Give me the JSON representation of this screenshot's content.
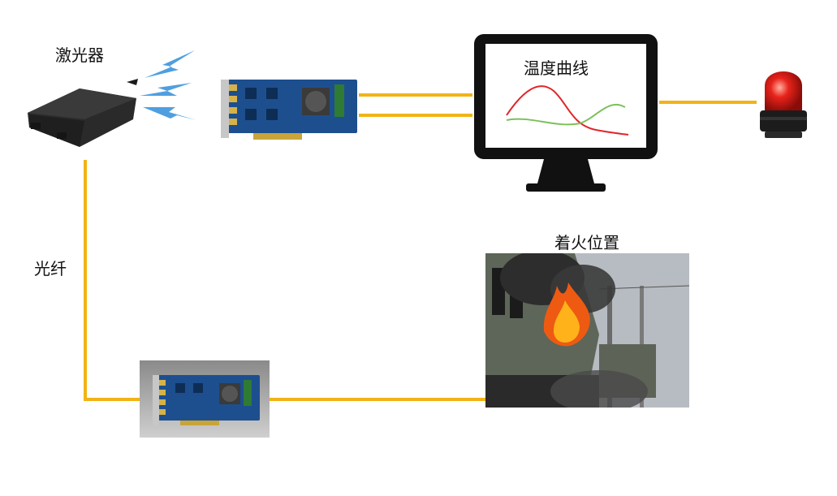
{
  "labels": {
    "laser": "激光器",
    "fiber": "光纤",
    "temperature_curve": "温度曲线",
    "fire_location": "着火位置"
  },
  "icons": {
    "laser_device": "laser-box-icon",
    "wireless": "lightning-signal-icon",
    "acquisition_card": "pcie-card-icon",
    "monitor": "monitor-icon",
    "alarm": "warning-beacon-icon",
    "fire_scene": "burning-train-image"
  },
  "colors": {
    "connector_line": "#f2b316",
    "signal": "#4f9fe0",
    "curve_red": "#e0262b",
    "curve_green": "#7cc05a",
    "pcb_blue": "#1d4f8f",
    "monitor_frame": "#111111"
  }
}
